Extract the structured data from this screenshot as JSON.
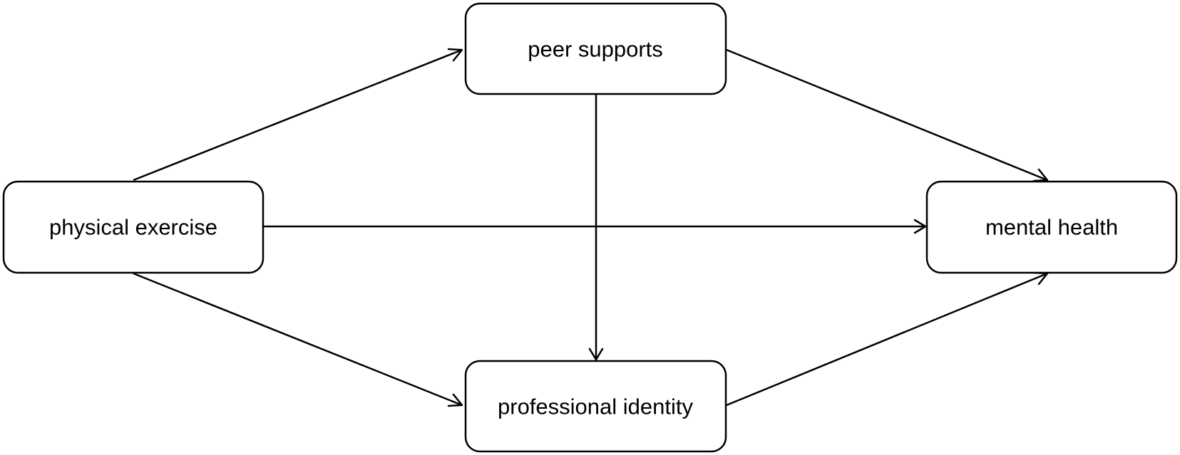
{
  "diagram": {
    "type": "path-model",
    "nodes": {
      "physical_exercise": "physical exercise",
      "peer_supports": "peer supports",
      "professional_identity": "professional identity",
      "mental_health": "mental health"
    },
    "edges": [
      {
        "from": "physical_exercise",
        "to": "peer_supports"
      },
      {
        "from": "physical_exercise",
        "to": "professional_identity"
      },
      {
        "from": "physical_exercise",
        "to": "mental_health"
      },
      {
        "from": "peer_supports",
        "to": "professional_identity"
      },
      {
        "from": "peer_supports",
        "to": "mental_health"
      },
      {
        "from": "professional_identity",
        "to": "mental_health"
      }
    ],
    "colors": {
      "stroke": "#000000",
      "fill": "#ffffff",
      "text": "#000000"
    }
  }
}
